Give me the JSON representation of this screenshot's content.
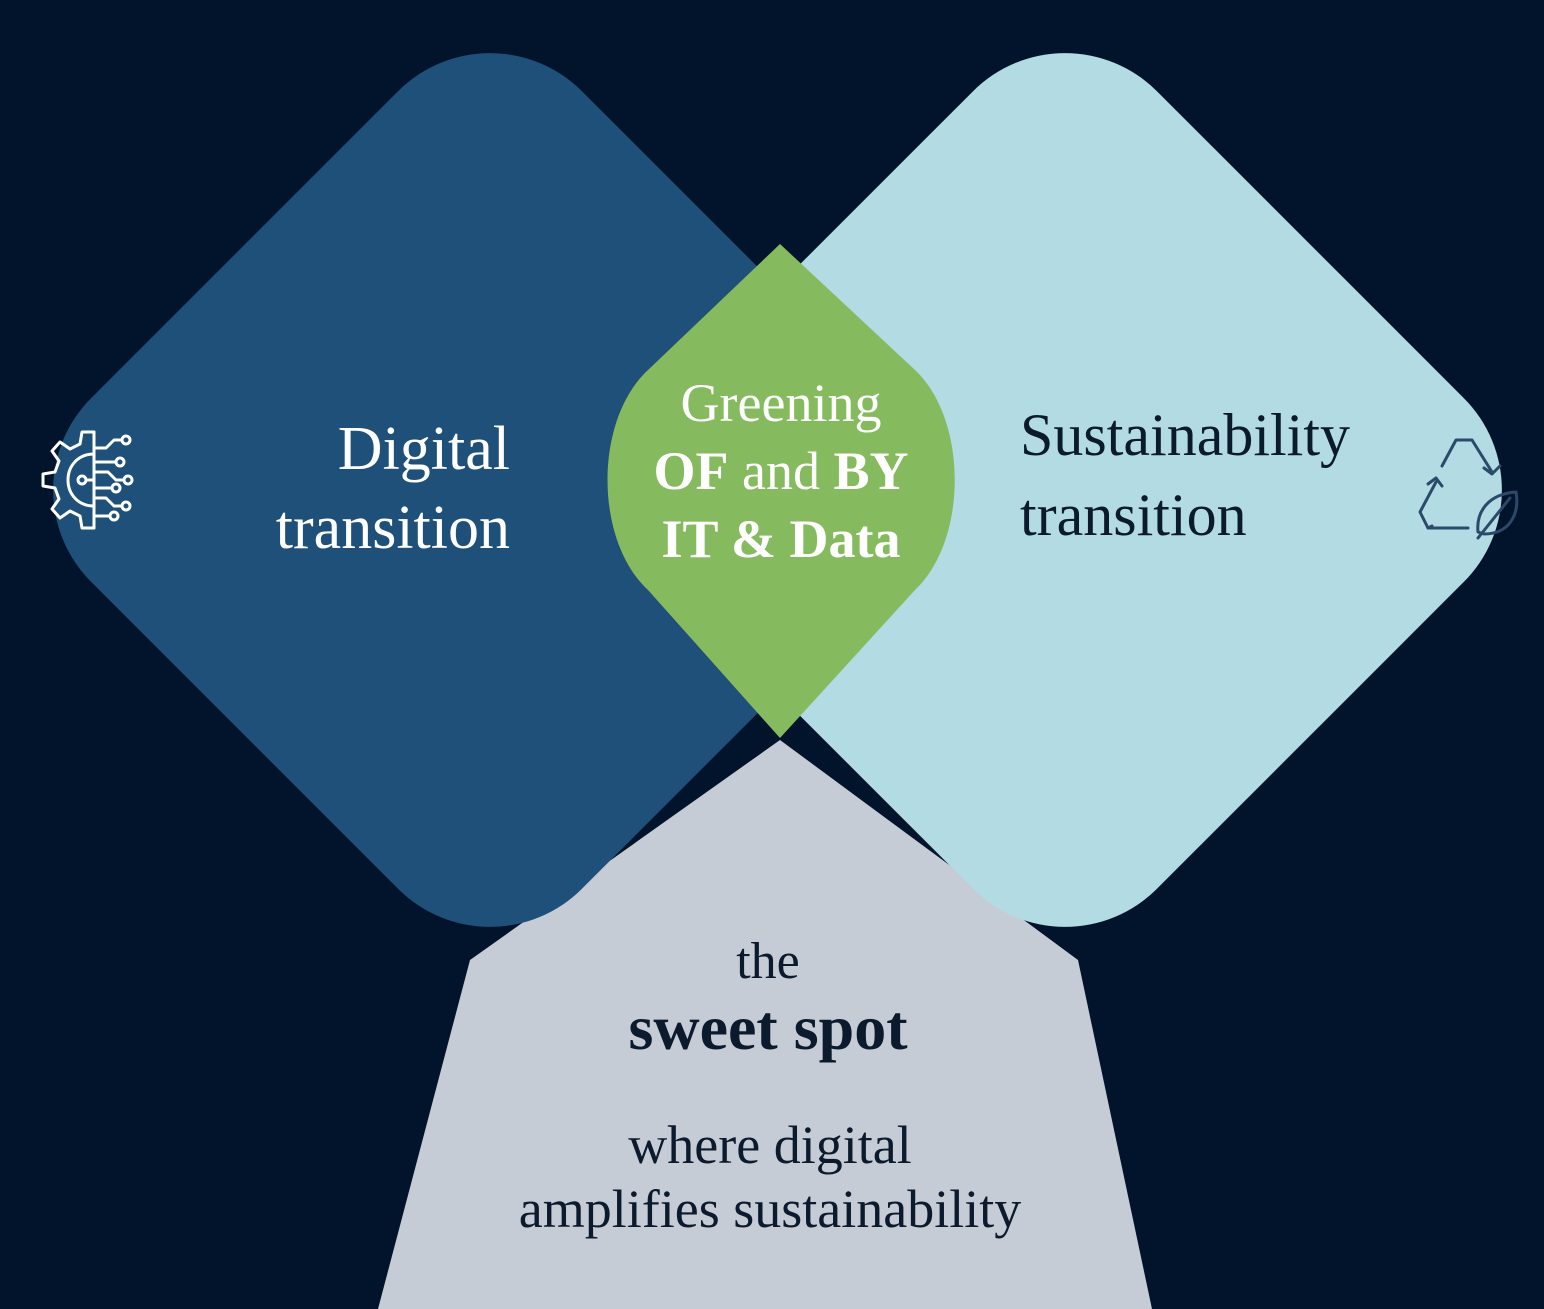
{
  "colors": {
    "background": "#01142b",
    "digital": "#1e5079",
    "sustainability": "#b2dbe4",
    "overlap": "#85ba5e",
    "sweet_spot": "#c6ccd6"
  },
  "digital": {
    "line1": "Digital",
    "line2": "transition",
    "icon": "gear-circuit-icon"
  },
  "sustainability": {
    "line1": "Sustainability",
    "line2": "transition",
    "icon": "recycle-leaf-icon"
  },
  "overlap": {
    "line1": "Greening",
    "line2_bold_a": "OF",
    "line2_mid": " and ",
    "line2_bold_b": "BY",
    "line3": "IT & Data"
  },
  "sweet_spot": {
    "line1": "the",
    "line2": "sweet spot",
    "line3": "where digital",
    "line4": "amplifies sustainability"
  }
}
